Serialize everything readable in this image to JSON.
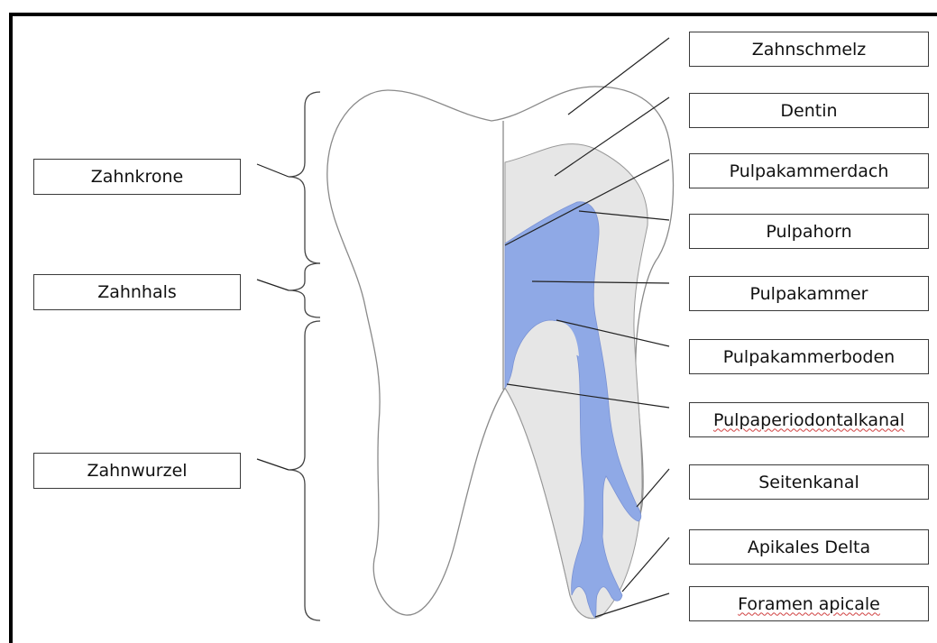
{
  "colors": {
    "pulp": "#8fa9e6",
    "dentin": "#e6e6e6",
    "outline": "#8a8a8a",
    "leader": "#222222"
  },
  "left_labels": [
    "Zahnkrone",
    "Zahnhals",
    "Zahnwurzel"
  ],
  "right_labels": [
    "Zahnschmelz",
    "Dentin",
    "Pulpakammerdach",
    "Pulpahorn",
    "Pulpakammer",
    "Pulpakammerboden",
    "Pulpaperiodontalkanal",
    "Seitenkanal",
    "Apikales Delta",
    "Foramen apicale"
  ]
}
